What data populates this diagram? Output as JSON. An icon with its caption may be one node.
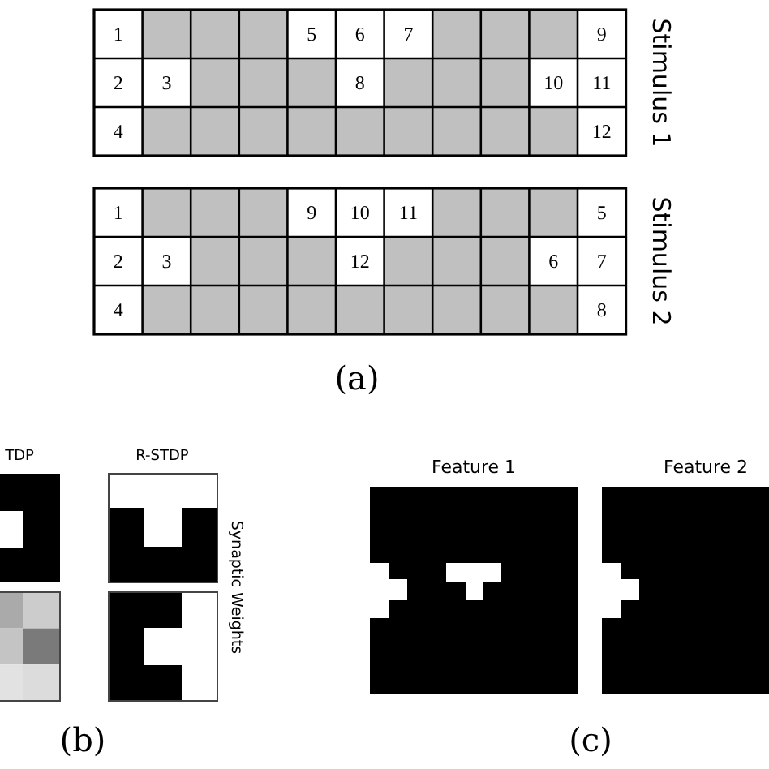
{
  "diagram": {
    "labels": [
      "1",
      "5",
      "6",
      "7",
      "9",
      "2",
      "3",
      "8",
      "10",
      "11",
      "4",
      "12",
      "Stimulus 1",
      "1",
      "9",
      "10",
      "11",
      "5",
      "2",
      "3",
      "12",
      "6",
      "7",
      "4",
      "8",
      "Stimulus 2",
      "(a)",
      "TDP",
      "R-STDP",
      "Synaptic Weights",
      "Feature 1",
      "Feature 2",
      "(b)",
      "(c)"
    ]
  }
}
